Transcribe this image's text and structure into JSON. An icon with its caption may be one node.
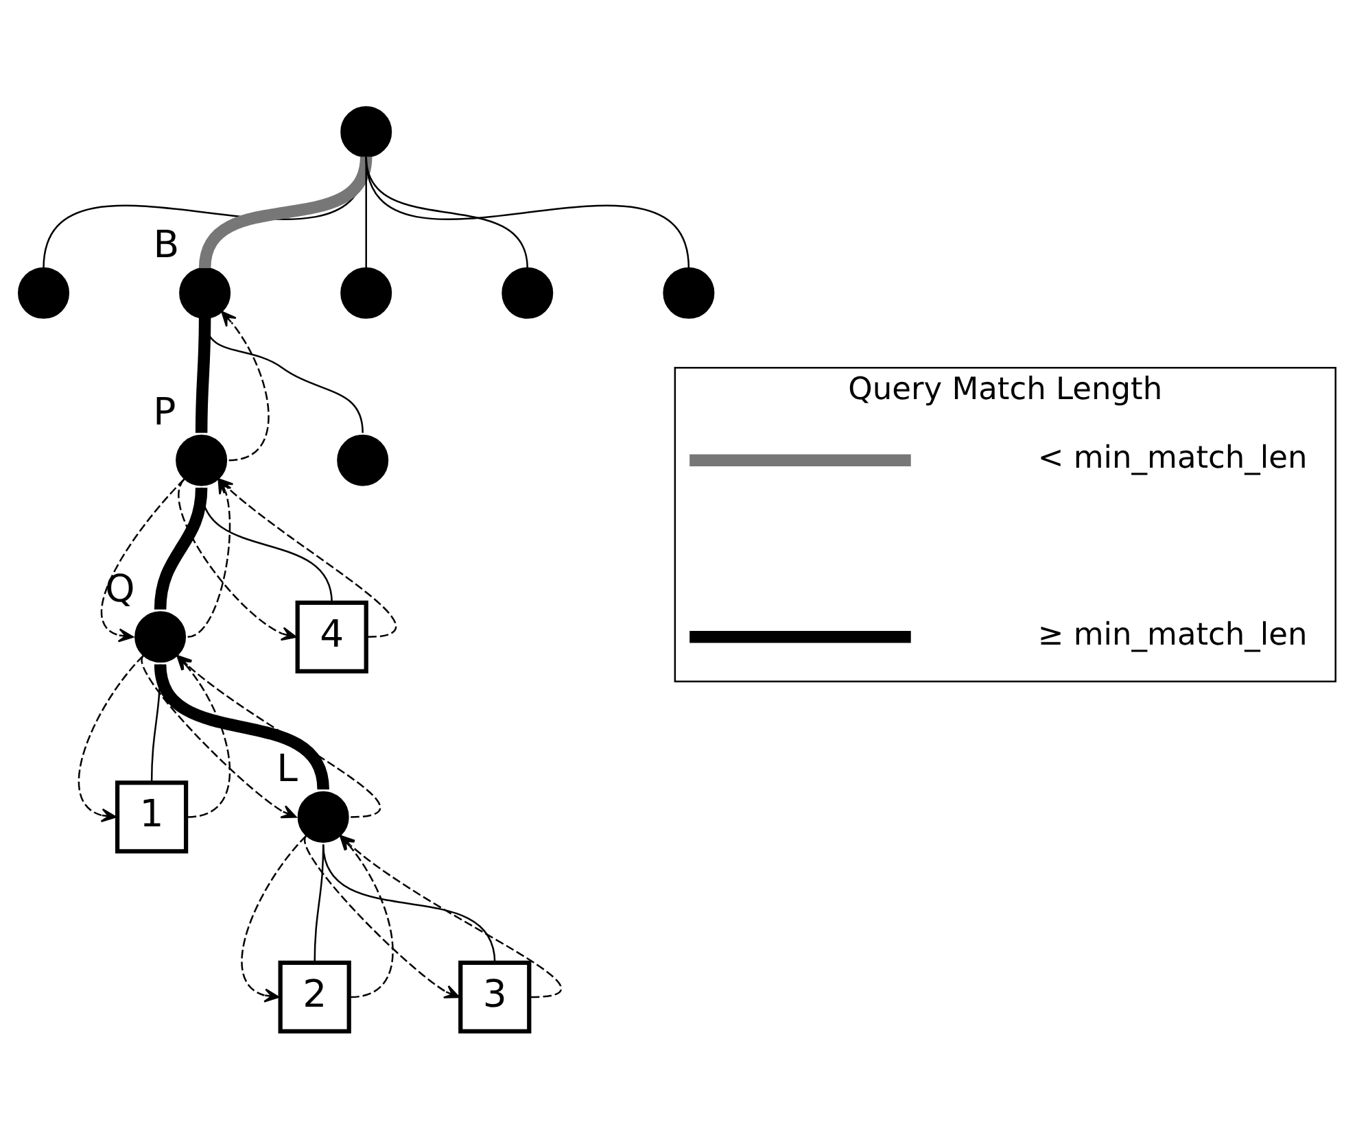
{
  "diagram": {
    "nodes": [
      {
        "text": [],
        "shape": "circle"
      },
      {
        "text": [],
        "shape": "circle"
      },
      {
        "text": [],
        "shape": "circle",
        "beside": [
          "B"
        ]
      },
      {
        "text": [],
        "shape": "circle"
      },
      {
        "text": [],
        "shape": "circle"
      },
      {
        "text": [],
        "shape": "circle"
      },
      {
        "text": [],
        "shape": "circle",
        "beside": [
          "P"
        ]
      },
      {
        "text": [],
        "shape": "circle"
      },
      {
        "text": [],
        "shape": "circle",
        "beside": [
          "Q"
        ]
      },
      {
        "text": [
          "4"
        ]
      },
      {
        "text": [
          "1"
        ]
      },
      {
        "text": [],
        "shape": "circle",
        "beside": [
          "L"
        ]
      },
      {
        "text": [
          "2"
        ]
      },
      {
        "text": [
          "3"
        ]
      },
      {
        "text": [
          "Query Match Length"
        ]
      }
    ],
    "edges": [
      {
        "from": 0,
        "to": 1,
        "arrow": "none"
      },
      {
        "from": 0,
        "to": 2,
        "arrow": "none",
        "style": "thick",
        "color": "#777777"
      },
      {
        "from": 0,
        "to": 3,
        "arrow": "none"
      },
      {
        "from": 0,
        "to": 4,
        "arrow": "none"
      },
      {
        "from": 0,
        "to": 5,
        "arrow": "none"
      },
      {
        "from": 2,
        "to": 7,
        "arrow": "none"
      },
      {
        "from": 2,
        "to": 6,
        "arrow": "none",
        "style": "thick"
      },
      {
        "from": 6,
        "to": 8,
        "arrow": "none",
        "style": "thick"
      },
      {
        "from": 6,
        "to": 9,
        "arrow": "none"
      },
      {
        "from": 8,
        "to": 10,
        "arrow": "none"
      },
      {
        "from": 8,
        "to": 11,
        "arrow": "none",
        "style": "thick"
      },
      {
        "from": 11,
        "to": 12,
        "arrow": "none"
      },
      {
        "from": 11,
        "to": 13,
        "arrow": "none"
      },
      {
        "from": 6,
        "to": 2,
        "arrow": "to",
        "style": "dashed"
      },
      {
        "from": 6,
        "to": 8,
        "arrow": "to",
        "style": "dashed"
      },
      {
        "from": 8,
        "to": 6,
        "arrow": "to",
        "style": "dashed"
      },
      {
        "from": 6,
        "to": 9,
        "arrow": "to",
        "style": "dashed"
      },
      {
        "from": 9,
        "to": 6,
        "arrow": "to",
        "style": "dashed"
      },
      {
        "from": 8,
        "to": 10,
        "arrow": "to",
        "style": "dashed"
      },
      {
        "from": 10,
        "to": 8,
        "arrow": "to",
        "style": "dashed"
      },
      {
        "from": 8,
        "to": 11,
        "arrow": "to",
        "style": "dashed"
      },
      {
        "from": 11,
        "to": 8,
        "arrow": "to",
        "style": "dashed"
      },
      {
        "from": 11,
        "to": 12,
        "arrow": "to",
        "style": "dashed"
      },
      {
        "from": 12,
        "to": 11,
        "arrow": "to",
        "style": "dashed"
      },
      {
        "from": 11,
        "to": 13,
        "arrow": "to",
        "style": "dashed"
      },
      {
        "from": 13,
        "to": 11,
        "arrow": "to",
        "style": "dashed"
      }
    ],
    "legend": [
      {
        "text": "< min_match_len"
      },
      {
        "text": "≥ min_match_len"
      }
    ]
  }
}
